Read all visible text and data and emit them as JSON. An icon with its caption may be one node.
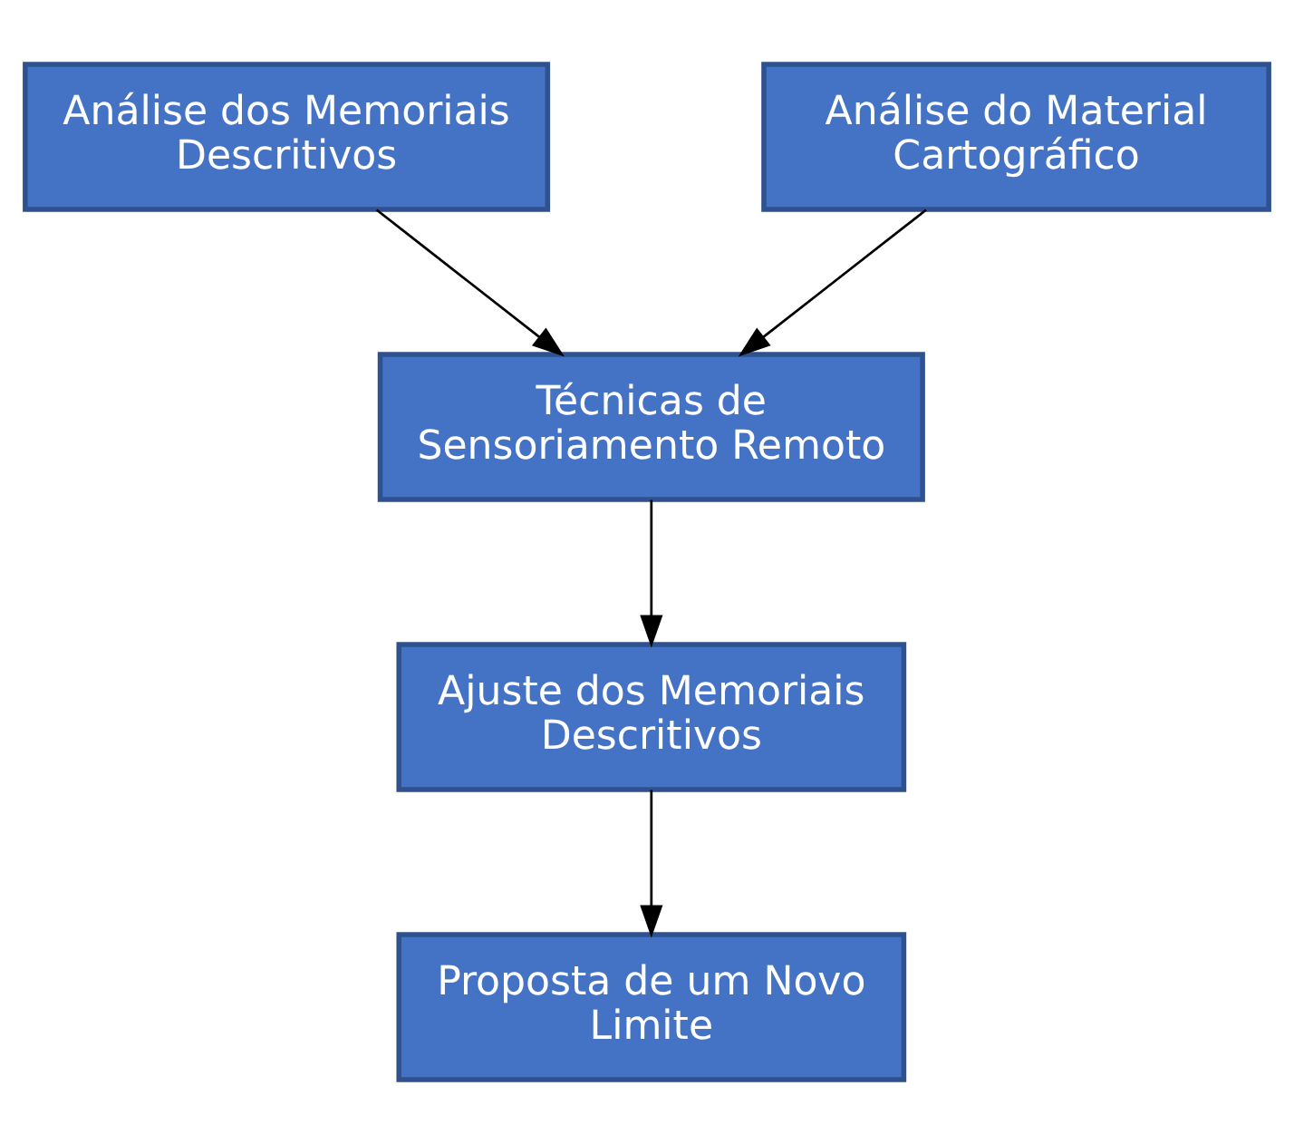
{
  "diagram": {
    "nodes": [
      {
        "text": [
          "Análise dos Memoriais Descritivos"
        ]
      },
      {
        "text": [
          "Análise do Material Cartográfico"
        ]
      },
      {
        "text": [
          "Técnicas de Sensoriamento Remoto"
        ]
      },
      {
        "text": [
          "Ajuste dos Memoriais Descritivos"
        ]
      },
      {
        "text": [
          "Proposta de um Novo Limite"
        ]
      }
    ],
    "edges": [
      {
        "from": 0,
        "to": 2,
        "arrow": "to"
      },
      {
        "from": 1,
        "to": 2,
        "arrow": "to"
      },
      {
        "from": 2,
        "to": 3,
        "arrow": "to"
      },
      {
        "from": 3,
        "to": 4,
        "arrow": "to"
      }
    ]
  }
}
